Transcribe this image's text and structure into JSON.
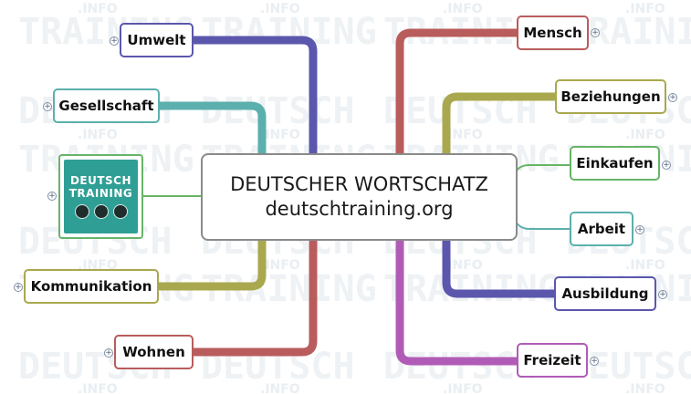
{
  "center": {
    "line1": "DEUTSCHER WORTSCHATZ",
    "line2": "deutschtraining.org"
  },
  "logo": {
    "line1": "DEUTSCH",
    "line2": "TRAINING",
    "icon_names": [
      "book-icon",
      "chart-icon",
      "people-icon"
    ]
  },
  "left_topics": [
    {
      "label": "Umwelt",
      "color": "#5b57ad"
    },
    {
      "label": "Gesellschaft",
      "color": "#5bb0ad"
    },
    {
      "label": "Kommunikation",
      "color": "#a9a84e"
    },
    {
      "label": "Wohnen",
      "color": "#b95c5c"
    }
  ],
  "right_topics": [
    {
      "label": "Mensch",
      "color": "#b95c5c"
    },
    {
      "label": "Beziehungen",
      "color": "#a9a84e"
    },
    {
      "label": "Einkaufen",
      "color": "#68b468"
    },
    {
      "label": "Arbeit",
      "color": "#5bb0ad"
    },
    {
      "label": "Ausbildung",
      "color": "#5b57ad"
    },
    {
      "label": "Freizeit",
      "color": "#b05cb6"
    }
  ],
  "logo_branch_color": "#68b468",
  "expand_symbol": "+",
  "watermark": {
    "top": ".INFO",
    "row1": "TRAINING",
    "row2": "DEUTSCH"
  }
}
